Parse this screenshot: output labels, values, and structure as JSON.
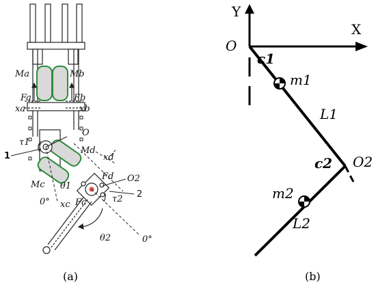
{
  "panel_a": {
    "caption": "(a)",
    "muscle_labels": {
      "ma": "Ma",
      "mb": "Mb",
      "mc": "Mc",
      "md": "Md"
    },
    "force_labels": {
      "fa": "Fa",
      "fb": "Fb",
      "fc": "Fc",
      "fd": "Fd"
    },
    "disp_labels": {
      "xa": "xa",
      "xb": "xb",
      "xc": "xc",
      "xd": "xd"
    },
    "joint_labels": {
      "o": "O",
      "o2": "O2"
    },
    "torque_labels": {
      "tau1": "τ1",
      "tau2": "τ2"
    },
    "angle_labels": {
      "theta1": "θ1",
      "theta2": "θ2",
      "zero_left": "0°",
      "zero_right": "0°"
    },
    "callouts": {
      "one": "1",
      "two": "2"
    },
    "colors": {
      "muscle_fill": "#d9d9d9",
      "muscle_outline": "#2e8b3a",
      "joint_marker": "#d9534f"
    }
  },
  "panel_b": {
    "caption": "(b)",
    "axis_labels": {
      "y": "Y",
      "x": "X"
    },
    "origin_label": "O",
    "joint2_label": "O2",
    "link_labels": {
      "l1": "L1",
      "l2": "L2"
    },
    "com_labels": {
      "c1": "c1",
      "c2": "c2"
    },
    "mass_labels": {
      "m1": "m1",
      "m2": "m2"
    }
  }
}
